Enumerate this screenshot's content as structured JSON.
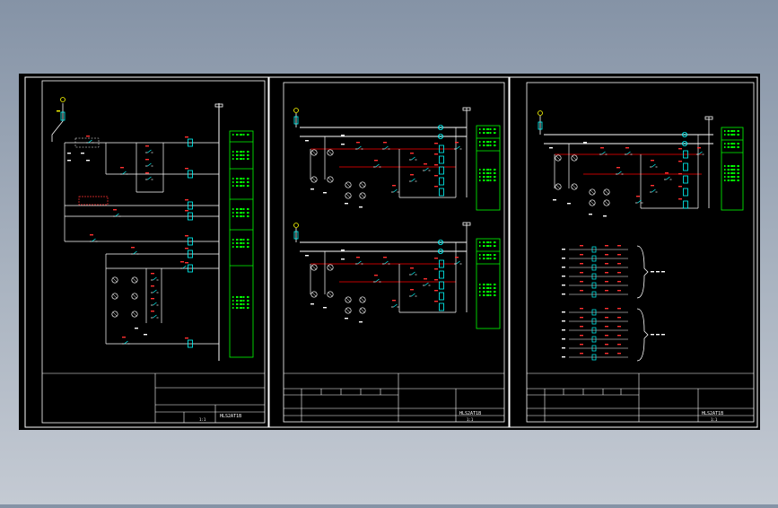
{
  "colors": {
    "background_top": "#8593a6",
    "canvas": "#000000",
    "frame": "#ffffff",
    "bus": "#ffffff",
    "wire": "#ffffff",
    "red_wire": "#ff0000",
    "device": "#00ffff",
    "label": "#ff3030",
    "annotation": "#00ff00",
    "marker": "#ffff00"
  },
  "sheets": [
    {
      "name": "sheet-1",
      "title_block": {
        "code": "HLS2AT1B",
        "scale": "1:1"
      }
    },
    {
      "name": "sheet-2",
      "title_block": {
        "code": "HLS2AT1B",
        "scale": "1:1"
      }
    },
    {
      "name": "sheet-3",
      "title_block": {
        "code": "HLS2AT1B",
        "scale": "1:1"
      }
    }
  ]
}
